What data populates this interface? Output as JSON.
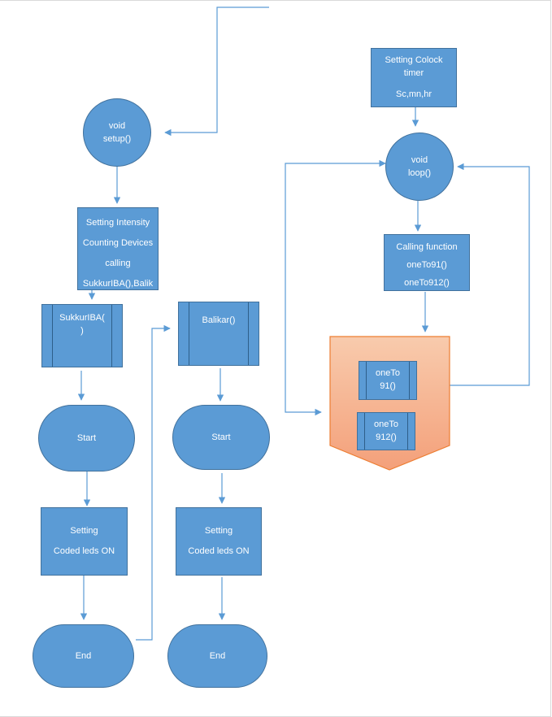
{
  "nodes": {
    "setup": [
      "void",
      "setup()"
    ],
    "setting_intensity": [
      "Setting Intensity",
      "Counting  Devices",
      "calling",
      "SukkurIBA(),Balik"
    ],
    "sukkur_sub": [
      "SukkurIBA(",
      ")"
    ],
    "balikar_sub": [
      "Balikar()"
    ],
    "start_left": "Start",
    "start_right": "Start",
    "setting_leds_left": [
      "Setting",
      "Coded leds ON"
    ],
    "setting_leds_right": [
      "Setting",
      "Coded  leds ON"
    ],
    "end_left": "End",
    "end_right": "End",
    "clock_timer": [
      "Setting Colock",
      "timer",
      "Sc,mn,hr"
    ],
    "loop": [
      "void",
      "loop()"
    ],
    "calling_function": [
      "Calling function",
      "oneTo91()",
      "oneTo912()"
    ],
    "oneTo91_sub": [
      "oneTo",
      "91()"
    ],
    "oneTo912_sub": [
      "oneTo",
      "912()"
    ]
  },
  "colors": {
    "node_fill": "#5b9bd5",
    "node_border": "#41719c",
    "connector": "#5b9bd5",
    "pentagon_fill_top": "#f8cbad",
    "pentagon_fill_bottom": "#f4a07a",
    "pentagon_border": "#ed7d31"
  }
}
